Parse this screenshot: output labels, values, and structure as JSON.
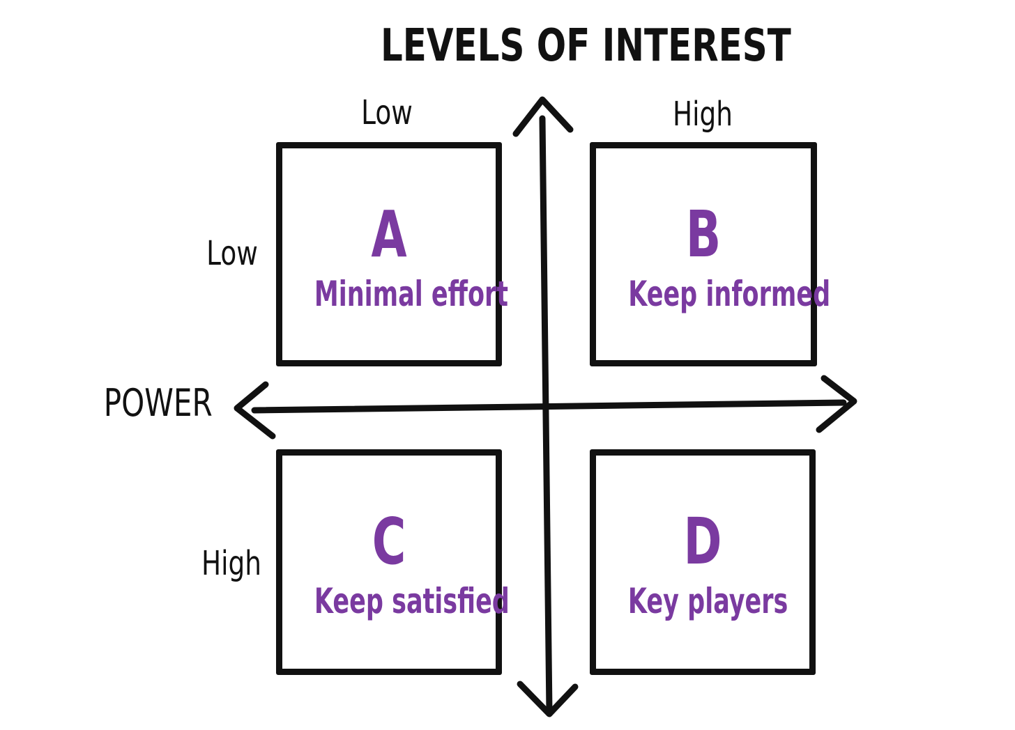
{
  "title": "LEVELS OF INTEREST",
  "interest_axis": {
    "low_label": "Low",
    "high_label": "High"
  },
  "power_axis": {
    "label": "POWER",
    "low_label": "Low",
    "high_label": "High"
  },
  "colors": {
    "stroke": "#111111",
    "accent": "#7a3aa0",
    "background": "#ffffff"
  },
  "quadrants": [
    {
      "letter": "A",
      "label": "Minimal effort"
    },
    {
      "letter": "B",
      "label": "Keep informed"
    },
    {
      "letter": "C",
      "label": "Keep satisfied"
    },
    {
      "letter": "D",
      "label": "Key players"
    }
  ]
}
